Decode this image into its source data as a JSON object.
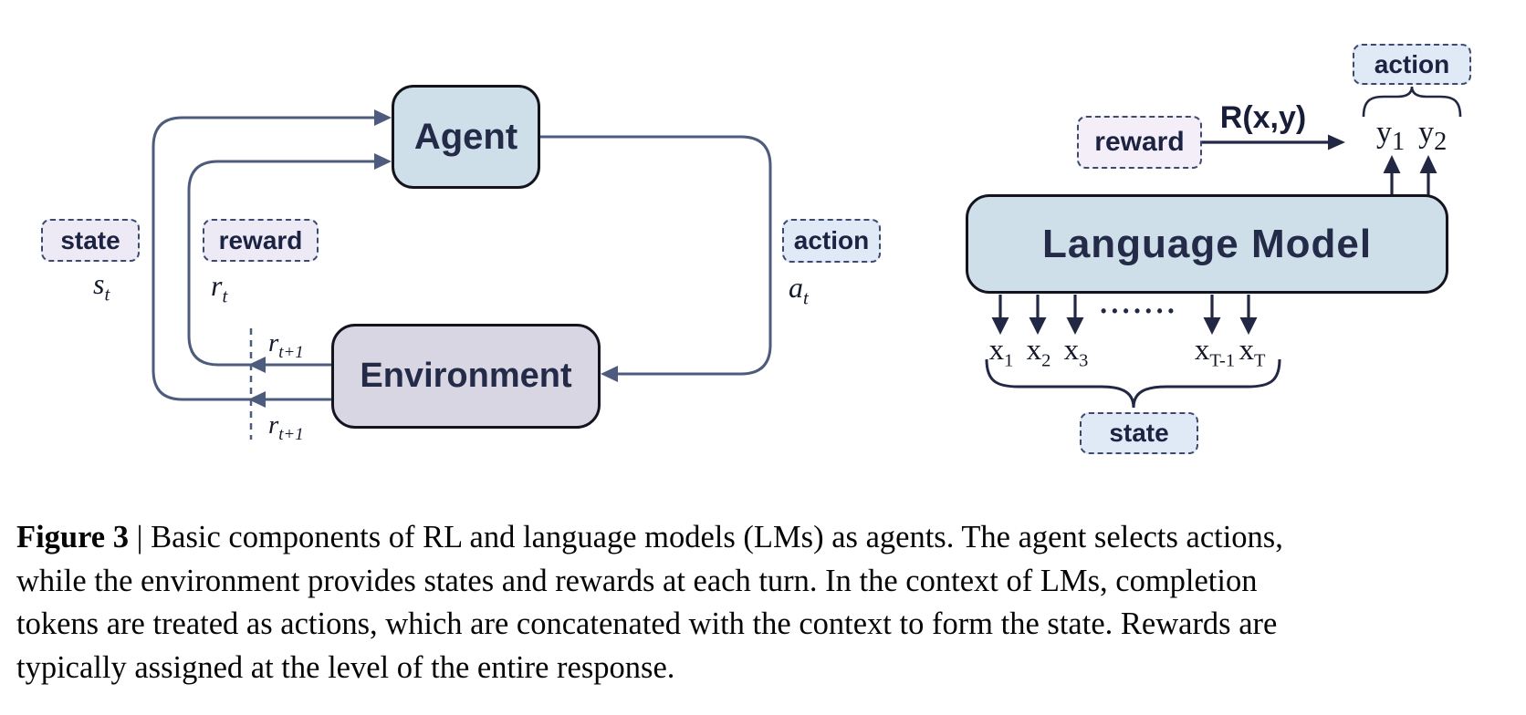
{
  "rl_diagram": {
    "agent_label": "Agent",
    "environment_label": "Environment",
    "state_tag": "state",
    "state_symbol": {
      "base": "s",
      "sub": "t"
    },
    "reward_tag": "reward",
    "reward_symbol": {
      "base": "r",
      "sub": "t"
    },
    "action_tag": "action",
    "action_symbol": {
      "base": "a",
      "sub": "t"
    },
    "reward_next_upper": {
      "base": "r",
      "sub": "t+1"
    },
    "reward_next_lower": {
      "base": "r",
      "sub": "t+1"
    }
  },
  "lm_diagram": {
    "model_label": "Language Model",
    "reward_tag": "reward",
    "reward_function_label": "R(x,y)",
    "action_tag": "action",
    "state_tag": "state",
    "output_tokens": [
      {
        "base": "y",
        "sub": "1"
      },
      {
        "base": "y",
        "sub": "2"
      }
    ],
    "input_tokens": [
      {
        "base": "x",
        "sub": "1"
      },
      {
        "base": "x",
        "sub": "2"
      },
      {
        "base": "x",
        "sub": "3"
      },
      {
        "base": "x",
        "sub": "T-1"
      },
      {
        "base": "x",
        "sub": "T"
      }
    ],
    "ellipsis": "•••••••"
  },
  "caption": {
    "lines": [
      {
        "bold": "Figure 3",
        "text": " | Basic components of RL and language models (LMs) as agents. The agent selects actions,"
      },
      {
        "bold": "",
        "text": "while the environment provides states and rewards at each turn. In the context of LMs, completion"
      },
      {
        "bold": "",
        "text": "tokens are treated as actions, which are concatenated with the context to form the state. Rewards are"
      },
      {
        "bold": "",
        "text": "typically assigned at the level of the entire response."
      }
    ]
  },
  "colors": {
    "box_blue": "#cfdfea",
    "box_lavender": "#d9d6e3",
    "tag_lavender": "#edeaf6",
    "tag_pink": "#f3eef7",
    "tag_blue": "#dfeaf6",
    "line_slate": "#4d5b7d",
    "line_dark": "#222844",
    "dashed_border": "#3d4a70"
  }
}
